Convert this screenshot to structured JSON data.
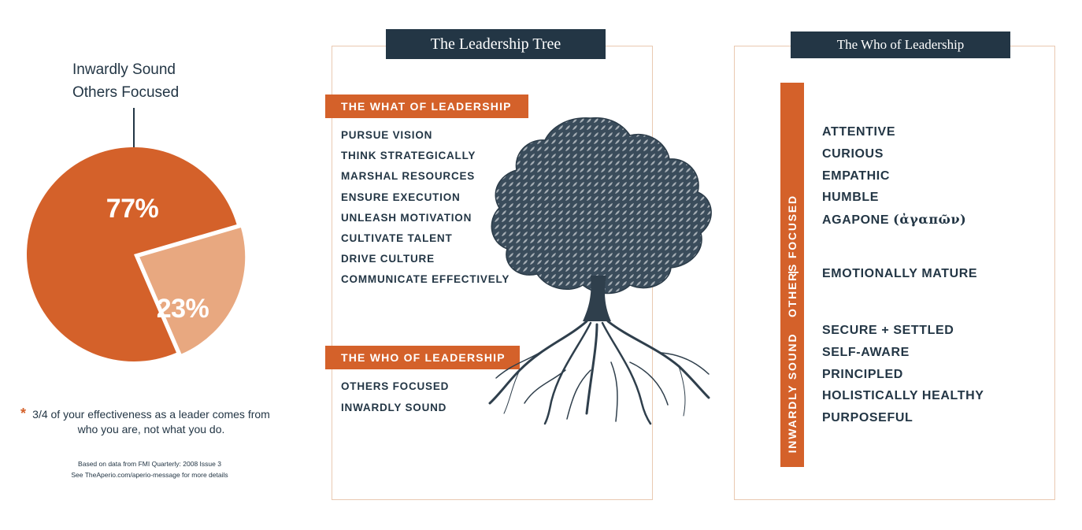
{
  "pie": {
    "label_line1": "Inwardly Sound",
    "label_line2": "Others Focused",
    "slices": [
      {
        "label": "77%",
        "value": 77,
        "color": "#d4612a"
      },
      {
        "label": "23%",
        "value": 23,
        "color": "#e8a880"
      }
    ]
  },
  "note": {
    "asterisk": "*",
    "text": "3/4 of your effectiveness as a leader comes from who you are, not what you do."
  },
  "source": {
    "line1": "Based on data from FMI Quarterly: 2008 Issue 3",
    "line2": "See TheAperio.com/aperio-message for more details"
  },
  "tree_panel": {
    "title": "The Leadership Tree",
    "what_heading": "THE WHAT OF LEADERSHIP",
    "what_items": [
      "PURSUE VISION",
      "THINK STRATEGICALLY",
      "MARSHAL RESOURCES",
      "ENSURE EXECUTION",
      "UNLEASH MOTIVATION",
      "CULTIVATE TALENT",
      "DRIVE CULTURE",
      "COMMUNICATE EFFECTIVELY"
    ],
    "who_heading": "THE WHO OF LEADERSHIP",
    "who_items": [
      "OTHERS FOCUSED",
      "INWARDLY SOUND"
    ]
  },
  "who_panel": {
    "title": "The Who of Leadership",
    "vertical_top": "OTHERS FOCUSED",
    "vertical_divider": "|",
    "vertical_bottom": "INWARDLY SOUND",
    "others_items": [
      "ATTENTIVE",
      "CURIOUS",
      "EMPATHIC",
      "HUMBLE"
    ],
    "agapone_latin": "AGAPONE",
    "agapone_greek": "(ἀγαπῶν)",
    "middle_item": "EMOTIONALLY MATURE",
    "inward_items": [
      "SECURE + SETTLED",
      "SELF-AWARE",
      "PRINCIPLED",
      "HOLISTICALLY HEALTHY",
      "PURPOSEFUL"
    ]
  },
  "colors": {
    "navy": "#233645",
    "orange": "#d4612a",
    "light_orange": "#e8a880",
    "panel_border": "#e9c9b1"
  }
}
